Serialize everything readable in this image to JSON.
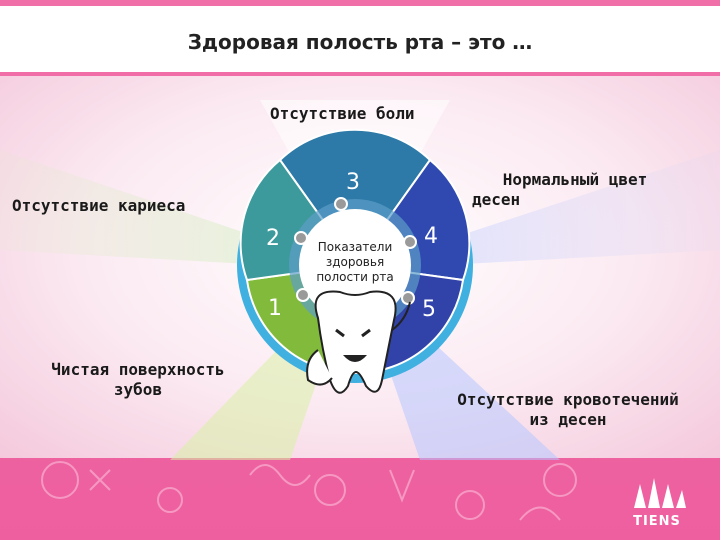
{
  "slide": {
    "title": "Здоровая полость рта – это …",
    "center_text": [
      "Показатели",
      "здоровья",
      "полости рта"
    ],
    "labels": {
      "top": "Отсутствие боли",
      "top_right": [
        "Нормальный цвет",
        "десен"
      ],
      "left": "Отсутствие кариеса",
      "bottom_left": [
        "Чистая поверхность",
        "зубов"
      ],
      "bottom_right": [
        "Отсутствие кровотечений",
        "из десен"
      ]
    },
    "numbers": [
      "1",
      "2",
      "3",
      "4",
      "5"
    ],
    "logo": "TIENS"
  },
  "colors": {
    "background_pink": "#ee62a2",
    "wheel_outer": "#2aa6d8",
    "segment_green": "#7db83a",
    "segment_teal": "#2a7f9e",
    "segment_blue": "#2e45a8"
  },
  "icons": [
    "tooth-mascot-icon",
    "tiens-logo-icon"
  ]
}
